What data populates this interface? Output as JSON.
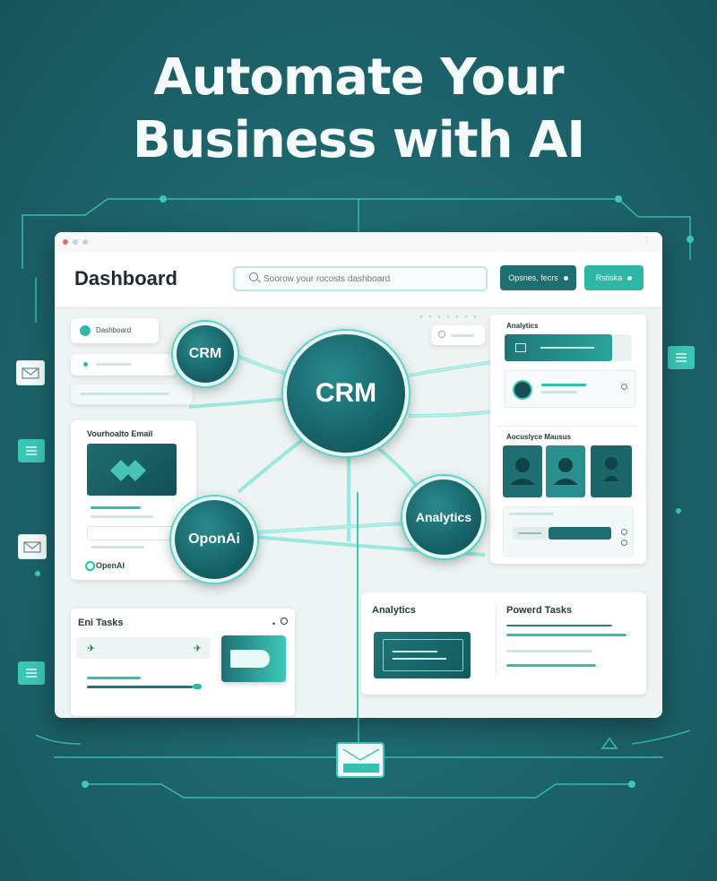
{
  "headline": {
    "line1": "Automate Your",
    "line2": "Business with AI"
  },
  "window": {
    "controls": {
      "close_color": "#e86b5a",
      "min_color": "#c9d2d2",
      "max_color": "#c9d2d2"
    }
  },
  "header": {
    "title": "Dashboard",
    "search_placeholder": "Soorow your rocosts dashboard",
    "button1_label": "Opsnes, fecrs",
    "button2_label": "Rstiska"
  },
  "sidebar": {
    "item1_label": "Dashboard",
    "email_card_title": "Vourhoalto Email",
    "openai_label": "OpenAI"
  },
  "nodes": {
    "crm_main": "CRM",
    "crm_small": "CRM",
    "openai": "OponAi",
    "analytics": "Analytics"
  },
  "right_panel": {
    "title": "Analytics",
    "section2_title": "Aocuslyce Mausus"
  },
  "tasks_card": {
    "title": "Eni Tasks"
  },
  "bottom_card": {
    "left_title": "Analytics",
    "right_title": "Powerd Tasks"
  },
  "colors": {
    "accent": "#35bfae",
    "dark_teal": "#1f6f72",
    "background": "#1c5e66"
  },
  "icons": [
    "envelope-icon",
    "list-icon",
    "avatar-icon",
    "search-icon",
    "gear-icon"
  ]
}
